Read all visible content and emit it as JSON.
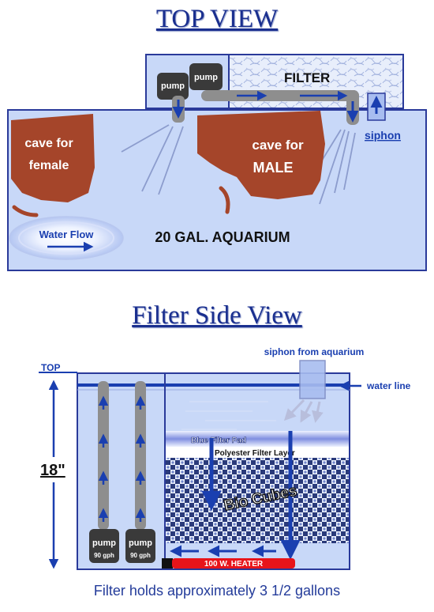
{
  "top_view": {
    "title": "TOP VIEW",
    "pump_left": "pump",
    "pump_right": "pump",
    "filter_label": "FILTER",
    "siphon_label": "siphon",
    "cave_female": [
      "cave for",
      "female"
    ],
    "cave_male": [
      "cave for",
      "MALE"
    ],
    "water_flow": "Water Flow",
    "aquarium_label": "20 GAL. AQUARIUM"
  },
  "side_view": {
    "title": "Filter Side View",
    "siphon_label": "siphon from aquarium",
    "top_label": "TOP",
    "height_label": "18\"",
    "water_line": "water line",
    "blue_pad": "Blue Filter Pad",
    "poly_layer": "Polyester Filter Layer",
    "bio_cubes": "Bio Cubes",
    "heater": "100 W. HEATER",
    "pumps": [
      {
        "label": "pump",
        "rate": "90 gph"
      },
      {
        "label": "pump",
        "rate": "90 gph"
      }
    ],
    "caption": "Filter holds approximately 3 1/2 gallons"
  },
  "colors": {
    "water": "#c8d8f8",
    "outline": "#2a3a9a",
    "arrow": "#1a3fb0",
    "cave": "#a5452a",
    "pipe": "#8e8e8e",
    "heater": "#e8141a",
    "title": "#1a2f8f"
  }
}
